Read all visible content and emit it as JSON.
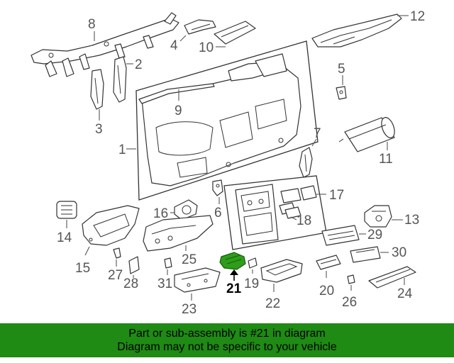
{
  "diagram": {
    "highlight_color": "#2e9e1a",
    "callouts": [
      {
        "id": "1",
        "label": "1"
      },
      {
        "id": "2",
        "label": "2"
      },
      {
        "id": "3",
        "label": "3"
      },
      {
        "id": "4",
        "label": "4"
      },
      {
        "id": "5",
        "label": "5"
      },
      {
        "id": "6",
        "label": "6"
      },
      {
        "id": "7",
        "label": "7"
      },
      {
        "id": "8",
        "label": "8"
      },
      {
        "id": "9",
        "label": "9"
      },
      {
        "id": "10",
        "label": "10"
      },
      {
        "id": "11",
        "label": "11"
      },
      {
        "id": "12",
        "label": "12"
      },
      {
        "id": "13",
        "label": "13"
      },
      {
        "id": "14",
        "label": "14"
      },
      {
        "id": "15",
        "label": "15"
      },
      {
        "id": "16",
        "label": "16"
      },
      {
        "id": "17",
        "label": "17"
      },
      {
        "id": "18",
        "label": "18"
      },
      {
        "id": "19",
        "label": "19"
      },
      {
        "id": "20",
        "label": "20"
      },
      {
        "id": "21",
        "label": "21"
      },
      {
        "id": "22",
        "label": "22"
      },
      {
        "id": "23",
        "label": "23"
      },
      {
        "id": "24",
        "label": "24"
      },
      {
        "id": "25",
        "label": "25"
      },
      {
        "id": "26",
        "label": "26"
      },
      {
        "id": "27",
        "label": "27"
      },
      {
        "id": "28",
        "label": "28"
      },
      {
        "id": "29",
        "label": "29"
      },
      {
        "id": "30",
        "label": "30"
      },
      {
        "id": "31",
        "label": "31"
      }
    ]
  },
  "banner": {
    "line1": "Part or sub-assembly is #21 in diagram",
    "line2": "Diagram may not be specific to your vehicle",
    "background": "#1f8a14"
  }
}
